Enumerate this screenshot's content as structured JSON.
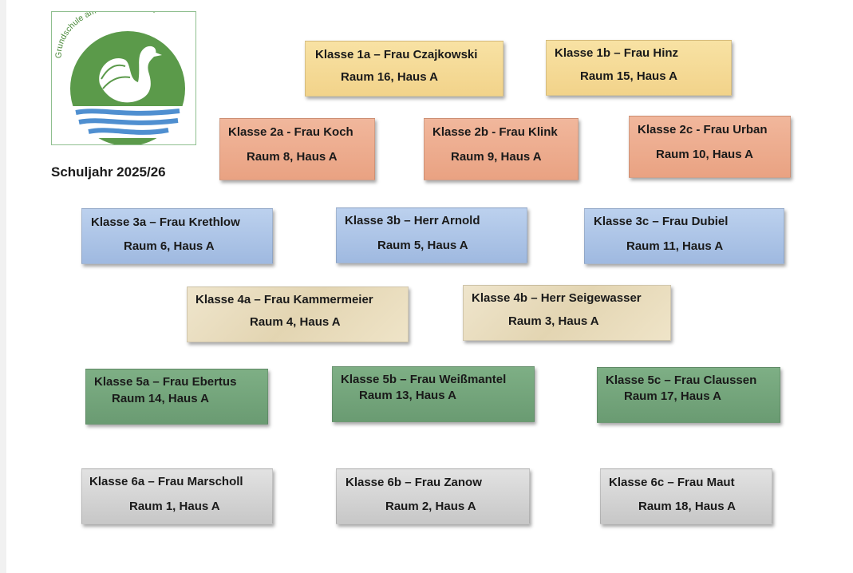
{
  "school": {
    "logo_text": "Grundschule am Schwanenteich",
    "year": "Schuljahr 2025/26"
  },
  "classes": [
    {
      "title": "Klasse 1a – Frau Czajkowski",
      "room": "Raum 16, Haus A"
    },
    {
      "title": "Klasse 1b – Frau Hinz",
      "room": "Raum 15, Haus A"
    },
    {
      "title": "Klasse 2a - Frau Koch",
      "room": "Raum 8, Haus A"
    },
    {
      "title": "Klasse 2b - Frau Klink",
      "room": "Raum 9, Haus A"
    },
    {
      "title": "Klasse 2c - Frau Urban",
      "room": "Raum 10, Haus A"
    },
    {
      "title": "Klasse 3a – Frau Krethlow",
      "room": "Raum 6, Haus A"
    },
    {
      "title": "Klasse 3b – Herr Arnold",
      "room": "Raum 5, Haus A"
    },
    {
      "title": "Klasse 3c – Frau Dubiel",
      "room": "Raum 11, Haus A"
    },
    {
      "title": "Klasse 4a – Frau Kammermeier",
      "room": "Raum 4, Haus A"
    },
    {
      "title": "Klasse 4b – Herr Seigewasser",
      "room": "Raum 3, Haus A"
    },
    {
      "title": "Klasse 5a – Frau Ebertus",
      "room": "Raum 14, Haus A"
    },
    {
      "title": "Klasse 5b – Frau Weißmantel",
      "room": "Raum 13, Haus A"
    },
    {
      "title": "Klasse 5c – Frau Claussen",
      "room": "Raum 17, Haus A"
    },
    {
      "title": "Klasse 6a – Frau Marscholl",
      "room": "Raum 1, Haus A"
    },
    {
      "title": "Klasse 6b – Frau Zanow",
      "room": "Raum 2, Haus A"
    },
    {
      "title": "Klasse 6c – Frau Maut",
      "room": "Raum 18, Haus A"
    }
  ],
  "colors": {
    "grade1": "#f5d994",
    "grade2": "#eeac8e",
    "grade3": "#aec5e8",
    "grade4": "#ebdfc2",
    "grade5": "#74a57b",
    "grade6": "#d5d5d5",
    "logo_green": "#5b9a4a",
    "logo_water": "#4f8fd0"
  }
}
